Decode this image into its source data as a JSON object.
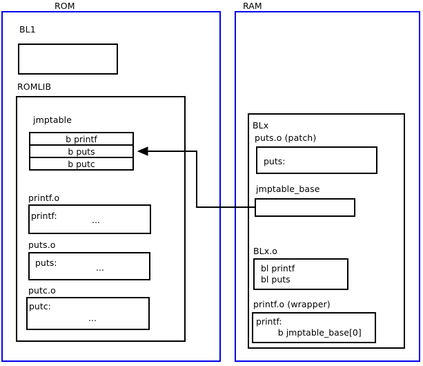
{
  "diagram": {
    "title_rom": "ROM",
    "title_ram": "RAM",
    "colors": {
      "region_border": "#0000ee",
      "box_border": "#000000",
      "background": "#ffffff",
      "text": "#000000"
    },
    "rom": {
      "label": "ROM",
      "bl1": {
        "label": "BL1",
        "body": ""
      },
      "romlib": {
        "label": "ROMLIB",
        "jmptable": {
          "label": "jmptable",
          "rows": [
            "b printf",
            "b puts",
            "b putc"
          ]
        },
        "objects": [
          {
            "label": "printf.o",
            "symbol": "printf:",
            "ellipsis": "..."
          },
          {
            "label": "puts.o",
            "symbol": "puts:",
            "ellipsis": "..."
          },
          {
            "label": "putc.o",
            "symbol": "putc:",
            "ellipsis": "..."
          }
        ]
      }
    },
    "ram": {
      "label": "RAM",
      "blx": {
        "label": "BLx",
        "puts_patch": {
          "label": "puts.o (patch)",
          "symbol": "puts:"
        },
        "jmptable_base": {
          "label": "jmptable_base",
          "body": ""
        },
        "blx_o": {
          "label": "BLx.o",
          "lines": [
            "bl printf",
            "bl puts"
          ]
        },
        "printf_wrapper": {
          "label": "printf.o (wrapper)",
          "lines": [
            "printf:",
            "        b jmptable_base[0]"
          ]
        }
      }
    },
    "connector": {
      "name": "jmptable-base-to-b-puts-arrow",
      "from": "jmptable_base",
      "to": "b puts"
    }
  }
}
